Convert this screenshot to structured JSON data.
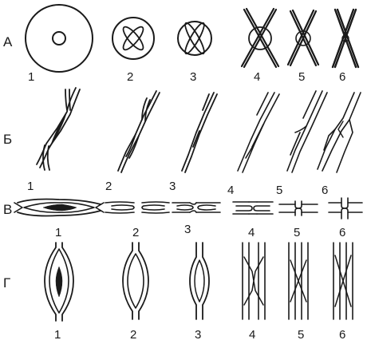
{
  "rows": [
    {
      "label": "А",
      "items": [
        "1",
        "2",
        "3",
        "4",
        "5",
        "6"
      ]
    },
    {
      "label": "Б",
      "items": [
        "1",
        "2",
        "3",
        "4",
        "5",
        "6"
      ]
    },
    {
      "label": "В",
      "items": [
        "1",
        "2",
        "3",
        "4",
        "5",
        "6"
      ]
    },
    {
      "label": "Г",
      "items": [
        "1",
        "2",
        "3",
        "4",
        "5",
        "6"
      ]
    }
  ],
  "colors": {
    "ink": "#1a1a1a",
    "background": "#ffffff"
  }
}
